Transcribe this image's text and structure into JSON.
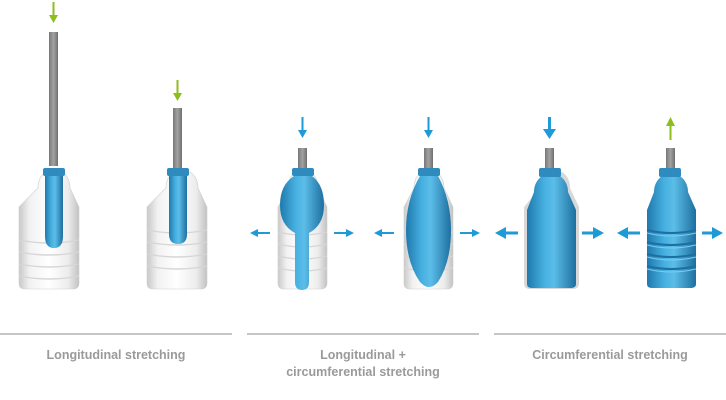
{
  "sections": [
    {
      "caption_lines": [
        "Longitudinal stretching"
      ]
    },
    {
      "caption_lines": [
        "Longitudinal +",
        "circumferential stretching"
      ]
    },
    {
      "caption_lines": [
        "Circumferential stretching"
      ]
    }
  ],
  "colors": {
    "background": "#ffffff",
    "preform_blue": "#3a9fcf",
    "arrow_blue": "#1f9ad6",
    "arrow_green": "#8cbe1e",
    "rod_gray": "#8f8f8f",
    "bottle_white": "#ececec",
    "divider_gray": "#b3b3b3",
    "caption_gray": "#9a9a9a"
  },
  "icons": [
    "down-arrow-icon",
    "up-arrow-icon",
    "left-arrow-icon",
    "right-arrow-icon"
  ]
}
